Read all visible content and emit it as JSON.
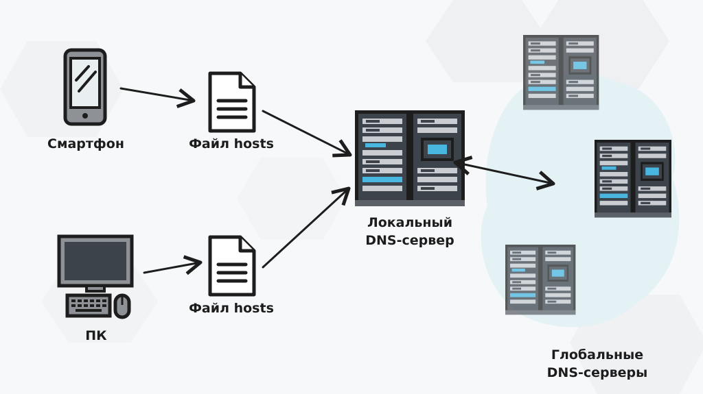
{
  "nodes": {
    "smartphone": {
      "label": "Смартфон",
      "icon": "smartphone-icon"
    },
    "pc": {
      "label": "ПК",
      "icon": "desktop-computer-icon"
    },
    "hosts_top": {
      "label": "Файл hosts",
      "icon": "document-icon"
    },
    "hosts_bottom": {
      "label": "Файл hosts",
      "icon": "document-icon"
    },
    "local_dns": {
      "label_line1": "Локальный",
      "label_line2": "DNS-сервер",
      "icon": "server-rack-icon"
    },
    "global_dns": {
      "label_line1": "Глобальные",
      "label_line2": "DNS-серверы",
      "icon": "server-rack-icon"
    }
  },
  "colors": {
    "outline": "#1d1d1d",
    "device_fill": "#8e9196",
    "server_fill": "#3a3f47",
    "accent": "#49b6e0",
    "cloud": "#e6f3f6",
    "hexagon": "#eef0f2"
  }
}
